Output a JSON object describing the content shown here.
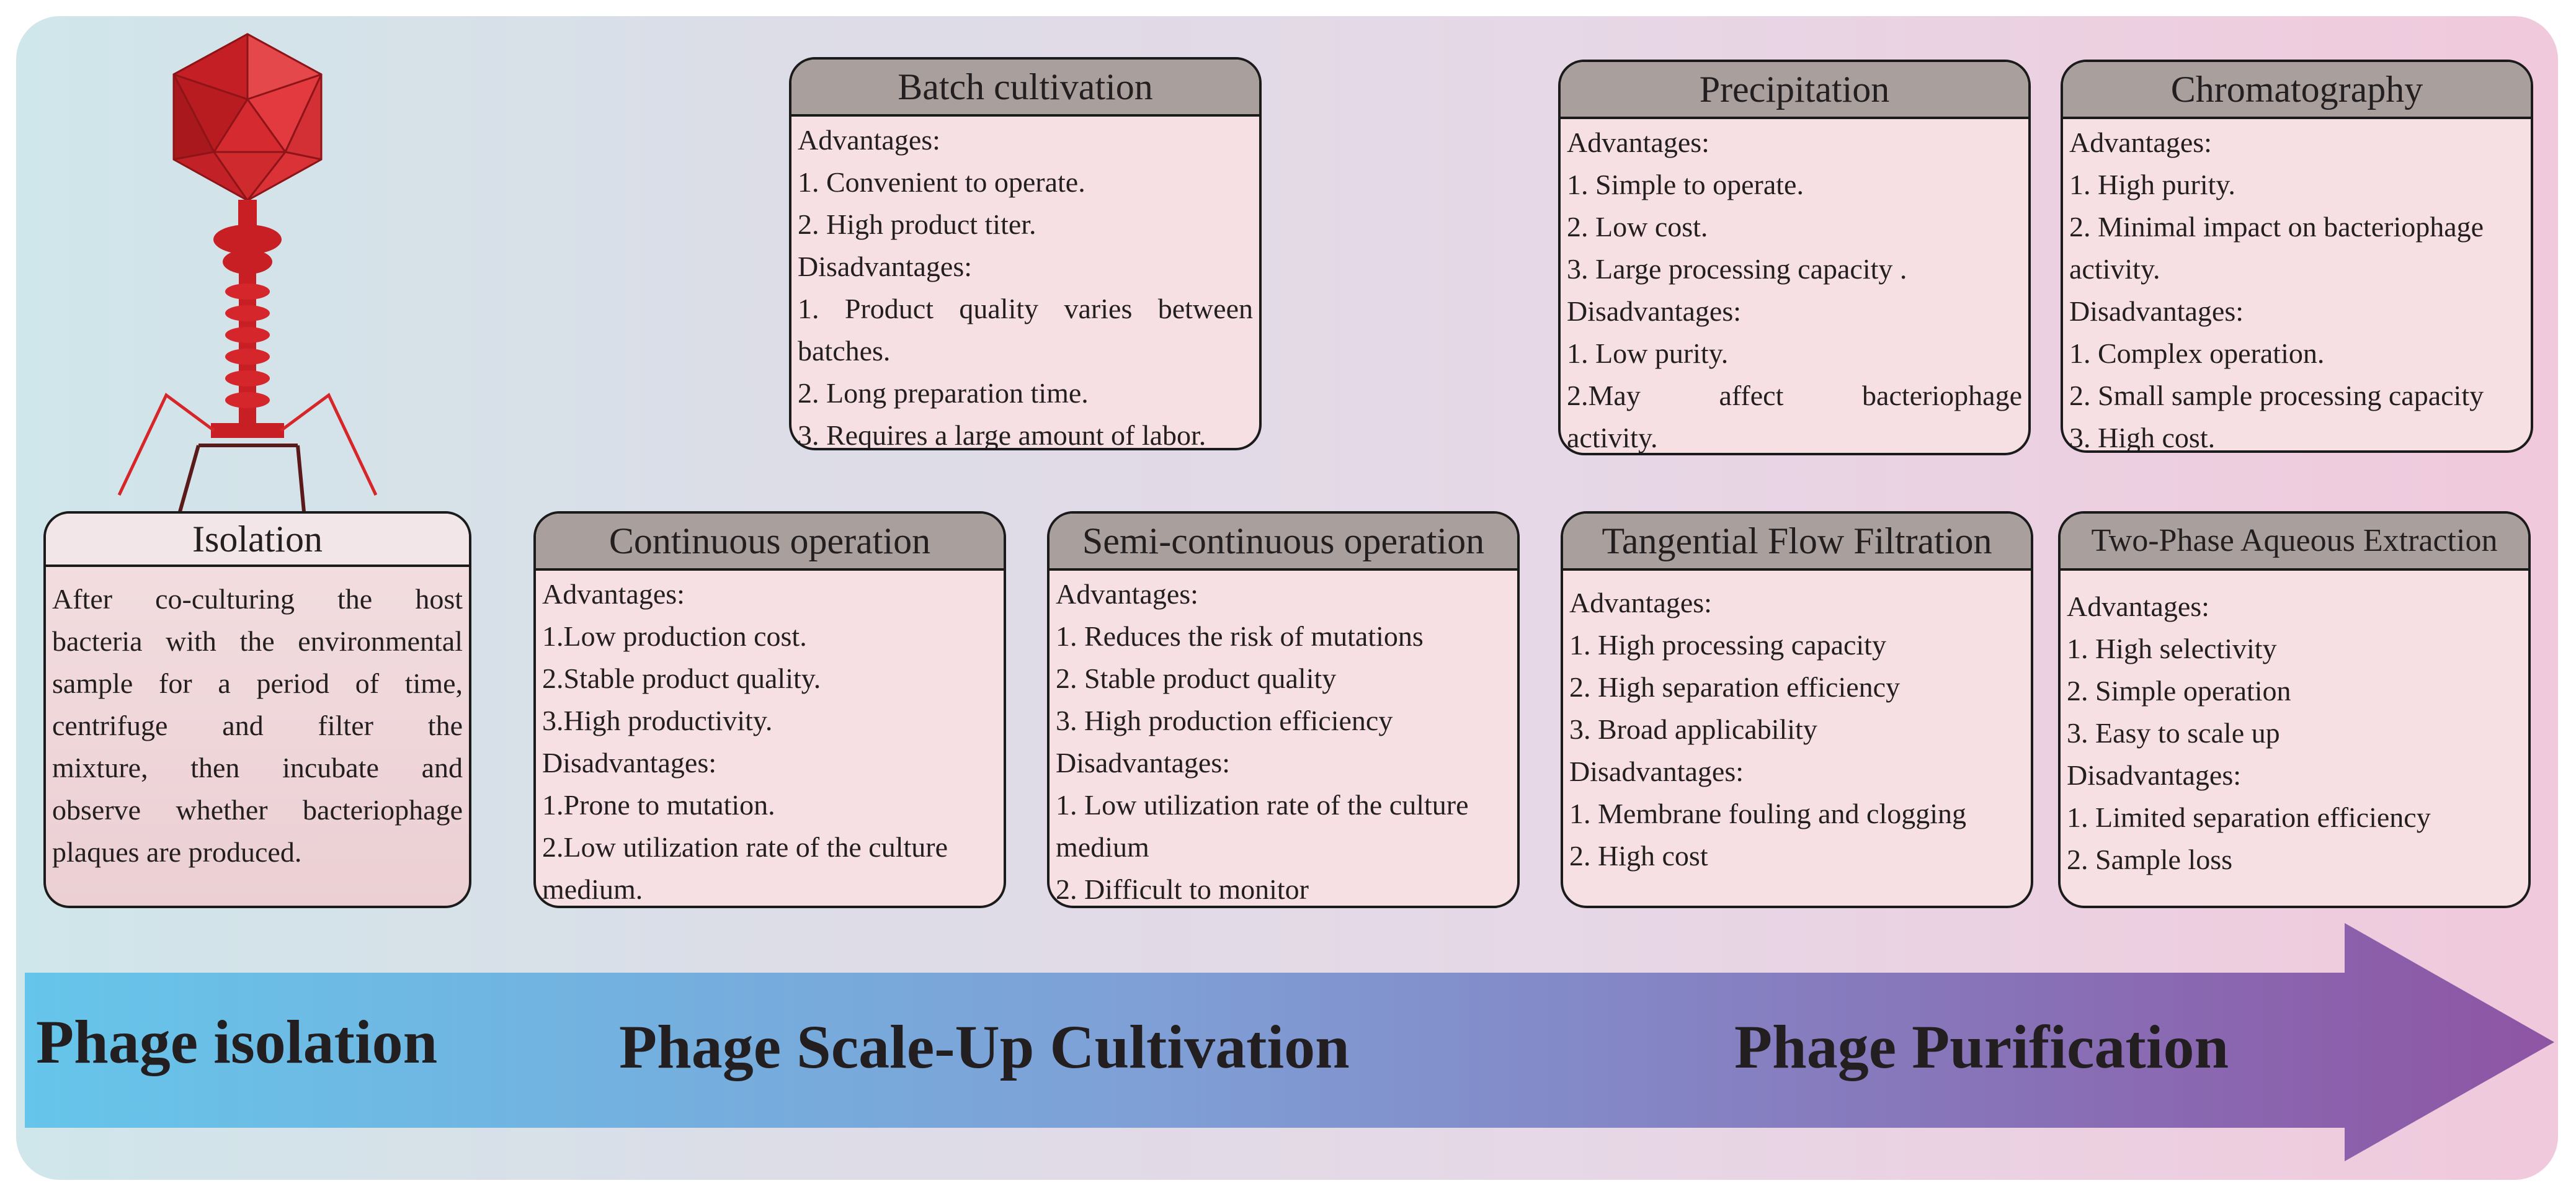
{
  "isolation": {
    "title": "Isolation",
    "lines": [
      "After co-culturing the host",
      "bacteria with the environmental",
      "sample for a period of time,",
      "centrifuge and filter the",
      "mixture, then incubate and",
      "observe whether bacteriophage",
      "plaques are produced."
    ]
  },
  "batch": {
    "title": "Batch cultivation",
    "lines": [
      "Advantages:",
      "1. Convenient to operate.",
      "2. High product titer.",
      "Disadvantages:",
      "1. Product quality varies between",
      "batches.",
      "2. Long preparation time.",
      "3. Requires a large amount of labor."
    ]
  },
  "continuous": {
    "title": "Continuous operation",
    "lines": [
      "Advantages:",
      "1.Low production cost.",
      "2.Stable product quality.",
      "3.High productivity.",
      "Disadvantages:",
      "1.Prone to mutation.",
      "2.Low utilization rate of the culture",
      "medium."
    ]
  },
  "semi": {
    "title": "Semi-continuous operation",
    "lines": [
      "Advantages:",
      "1. Reduces the risk of mutations",
      "2. Stable product quality",
      "3. High production efficiency",
      "Disadvantages:",
      "1. Low utilization rate of the culture",
      "medium",
      "2. Difficult to monitor"
    ]
  },
  "precipitation": {
    "title": "Precipitation",
    "lines": [
      "Advantages:",
      "1. Simple to operate.",
      "2. Low cost.",
      "3. Large processing capacity .",
      "Disadvantages:",
      "1. Low purity.",
      "2.May affect bacteriophage",
      "activity."
    ]
  },
  "chromatography": {
    "title": "Chromatography",
    "lines": [
      "Advantages:",
      "1. High purity.",
      "2. Minimal impact on bacteriophage",
      "activity.",
      "Disadvantages:",
      "1. Complex operation.",
      "2. Small sample processing capacity",
      "3. High cost."
    ]
  },
  "tff": {
    "title": "Tangential Flow Filtration",
    "lines": [
      "Advantages:",
      "1. High processing capacity",
      "2. High separation efficiency",
      "3. Broad applicability",
      "Disadvantages:",
      "1. Membrane fouling and clogging",
      "2. High cost"
    ]
  },
  "twophase": {
    "title": "Two-Phase Aqueous Extraction",
    "lines": [
      "Advantages:",
      "1. High selectivity",
      "2. Simple operation",
      "3. Easy to scale up",
      "Disadvantages:",
      "1. Limited separation efficiency",
      "2. Sample loss"
    ]
  },
  "stages": {
    "isolation": "Phage isolation",
    "cultivation": "Phage Scale-Up Cultivation",
    "purification": "Phage Purification"
  },
  "colors": {
    "arrow_start": "#66c5ea",
    "arrow_end": "#8e55a4",
    "card_header": "#a99f9d",
    "card_body": "#f6e0e3",
    "phage_red": "#d7262a"
  },
  "icons": {
    "phage": "bacteriophage-icon"
  }
}
